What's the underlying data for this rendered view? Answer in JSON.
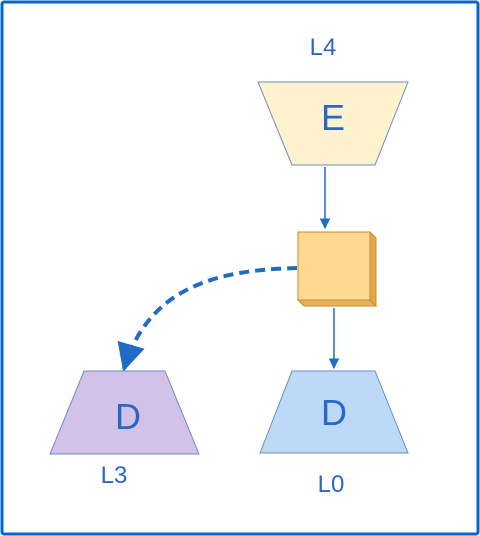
{
  "diagram": {
    "colors": {
      "frame": "#0066cc",
      "text": "#2b67c6",
      "arrow": "#1f6cc4",
      "encoder_fill": "#fff2cc",
      "encoder_stroke": "#6c8ebf",
      "block_fill": "#ffd98f",
      "block_stroke": "#c98b2b",
      "decoder_left_fill": "#d3c2e8",
      "decoder_left_stroke": "#6c8ebf",
      "decoder_right_fill": "#bcd9f7",
      "decoder_right_stroke": "#6c8ebf"
    },
    "encoder": {
      "letter": "E",
      "caption": "L4"
    },
    "decoder_left": {
      "letter": "D",
      "caption": "L3"
    },
    "decoder_right": {
      "letter": "D",
      "caption": "L0"
    }
  }
}
